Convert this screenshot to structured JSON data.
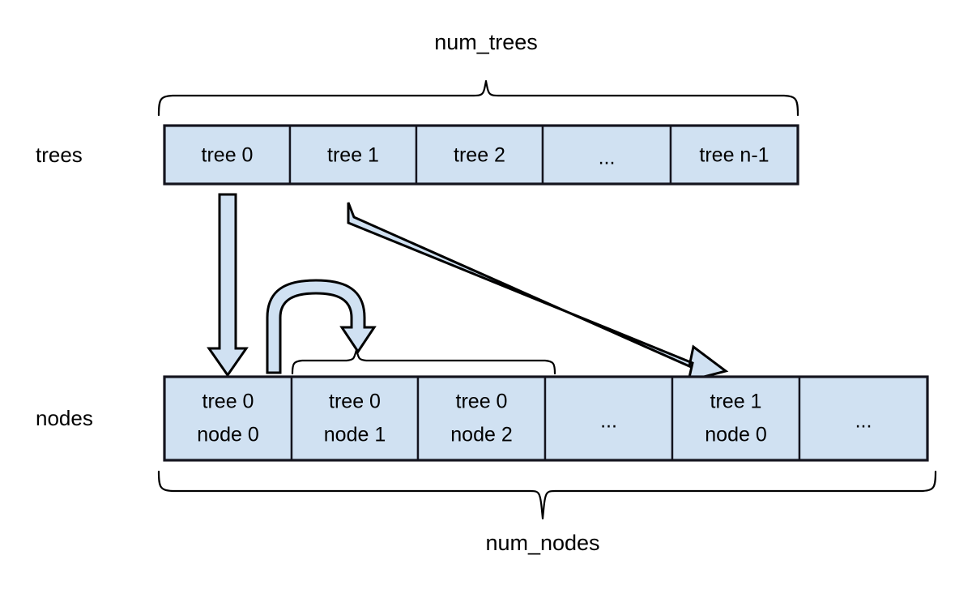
{
  "diagram": {
    "title_text": "num_trees",
    "bottom_label_text": "num_nodes",
    "accent_fill": "#d0e1f2",
    "stroke_color": "#000000",
    "background": "#ffffff"
  },
  "rows": {
    "trees": {
      "label": "trees",
      "cells": [
        {
          "line1": "tree 0",
          "line2": ""
        },
        {
          "line1": "tree 1",
          "line2": ""
        },
        {
          "line1": "tree 2",
          "line2": ""
        },
        {
          "line1": "...",
          "line2": ""
        },
        {
          "line1": "tree n-1",
          "line2": ""
        }
      ]
    },
    "nodes": {
      "label": "nodes",
      "cells": [
        {
          "line1": "tree 0",
          "line2": "node 0"
        },
        {
          "line1": "tree 0",
          "line2": "node 1"
        },
        {
          "line1": "tree 0",
          "line2": "node 2"
        },
        {
          "line1": "...",
          "line2": ""
        },
        {
          "line1": "tree 1",
          "line2": "node 0"
        },
        {
          "line1": "...",
          "line2": ""
        }
      ]
    }
  },
  "braces": {
    "top": {
      "label": "num_trees"
    },
    "bottom": {
      "label": "num_nodes"
    },
    "inner": {
      "label": ""
    }
  },
  "arrows": {
    "tree0_to_node0": {
      "kind": "straight-down-arrow"
    },
    "node0_to_node1": {
      "kind": "u-turn-arrow"
    },
    "tree1_to_tree1node0": {
      "kind": "diagonal-arrow"
    }
  }
}
